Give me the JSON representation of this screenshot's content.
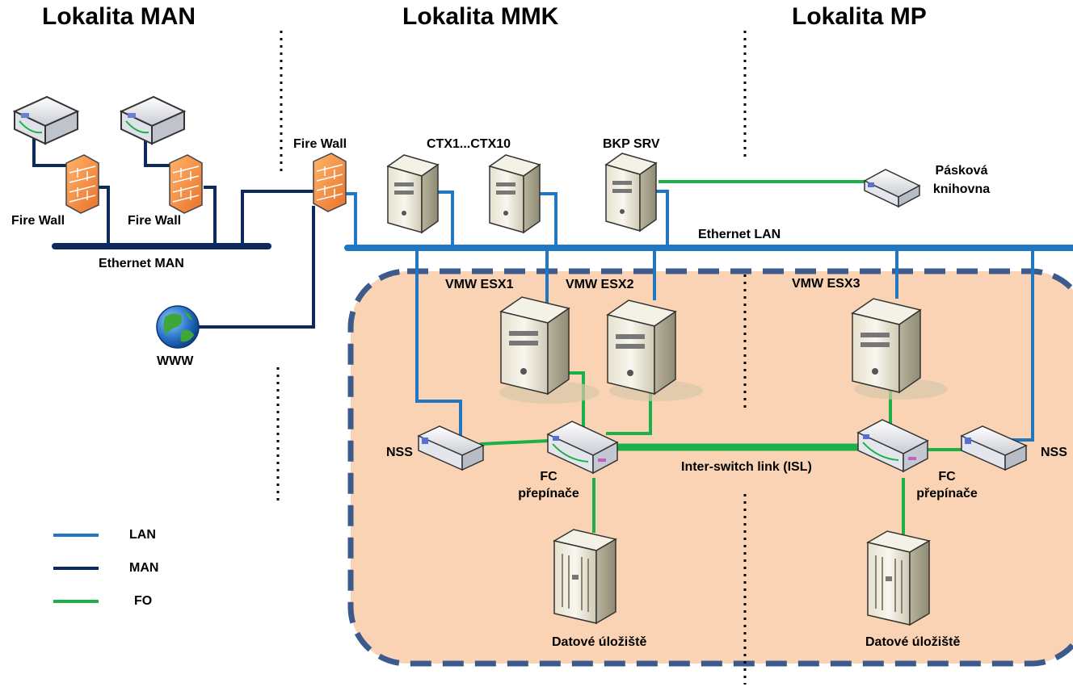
{
  "titles": {
    "man": "Lokalita MAN",
    "mmk": "Lokalita MMK",
    "mp": "Lokalita MP"
  },
  "labels": {
    "firewall_man_left": "Fire Wall",
    "firewall_man_right": "Fire Wall",
    "firewall_main": "Fire Wall",
    "ethernet_man": "Ethernet MAN",
    "www": "WWW",
    "ctx": "CTX1...CTX10",
    "bkp": "BKP SRV",
    "tape_line1": "Pásková",
    "tape_line2": "knihovna",
    "ethernet_lan": "Ethernet LAN",
    "esx1": "VMW ESX1",
    "esx2": "VMW ESX2",
    "esx3": "VMW ESX3",
    "nss_left": "NSS",
    "nss_right": "NSS",
    "fc_left_line1": "FC",
    "fc_left_line2": "přepínače",
    "fc_right_line1": "FC",
    "fc_right_line2": "přepínače",
    "isl": "Inter-switch link (ISL)",
    "storage_left": "Datové úložiště",
    "storage_right": "Datové úložiště"
  },
  "legend": [
    {
      "label": "LAN",
      "color": "#1f78c1"
    },
    {
      "label": "MAN",
      "color": "#0d2a5c"
    },
    {
      "label": "FO",
      "color": "#1ab04a"
    }
  ],
  "colors": {
    "lan": "#1f78c1",
    "man": "#0d2a5c",
    "fo": "#1ab04a",
    "zone_fill": "#f9d3b3",
    "zone_border": "#3d5a8c",
    "firewall": "#f08a3c"
  }
}
